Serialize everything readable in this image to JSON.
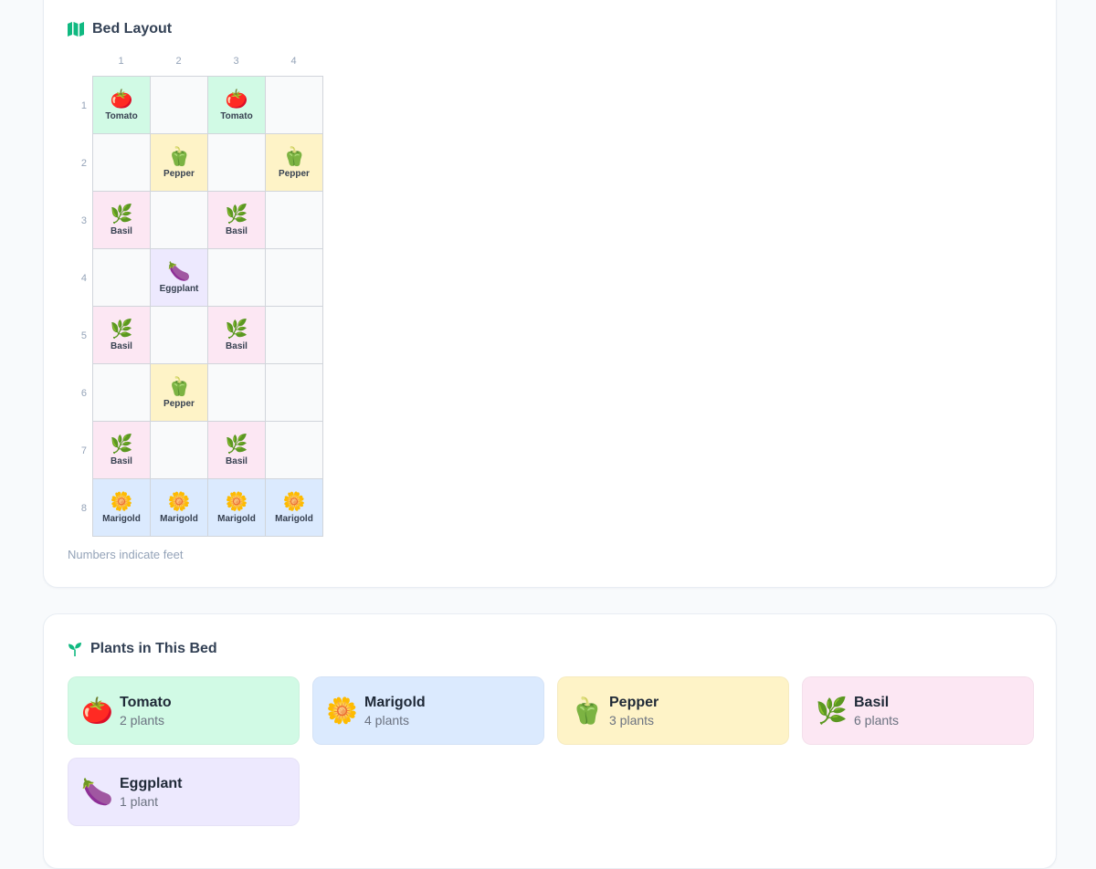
{
  "layout_section": {
    "title": "Bed Layout",
    "columns": [
      "1",
      "2",
      "3",
      "4"
    ],
    "rows": [
      "1",
      "2",
      "3",
      "4",
      "5",
      "6",
      "7",
      "8"
    ],
    "note": "Numbers indicate feet"
  },
  "plant_types": {
    "Tomato": {
      "emoji": "🍅",
      "color": "#d1fae5"
    },
    "Pepper": {
      "emoji": "🫑",
      "color": "#fef3c7"
    },
    "Basil": {
      "emoji": "🌿",
      "color": "#fce7f3"
    },
    "Eggplant": {
      "emoji": "🍆",
      "color": "#ede9fe"
    },
    "Marigold": {
      "emoji": "🌼",
      "color": "#dbeafe"
    }
  },
  "grid": [
    [
      "Tomato",
      "",
      "Tomato",
      ""
    ],
    [
      "",
      "Pepper",
      "",
      "Pepper"
    ],
    [
      "Basil",
      "",
      "Basil",
      ""
    ],
    [
      "",
      "Eggplant",
      "",
      ""
    ],
    [
      "Basil",
      "",
      "Basil",
      ""
    ],
    [
      "",
      "Pepper",
      "",
      ""
    ],
    [
      "Basil",
      "",
      "Basil",
      ""
    ],
    [
      "Marigold",
      "Marigold",
      "Marigold",
      "Marigold"
    ]
  ],
  "plants_section": {
    "title": "Plants in This Bed",
    "items": [
      {
        "name": "Tomato",
        "emoji": "🍅",
        "count": "2 plants",
        "color": "#d1fae5"
      },
      {
        "name": "Marigold",
        "emoji": "🌼",
        "count": "4 plants",
        "color": "#dbeafe"
      },
      {
        "name": "Pepper",
        "emoji": "🫑",
        "count": "3 plants",
        "color": "#fef3c7"
      },
      {
        "name": "Basil",
        "emoji": "🌿",
        "count": "6 plants",
        "color": "#fce7f3"
      },
      {
        "name": "Eggplant",
        "emoji": "🍆",
        "count": "1 plant",
        "color": "#ede9fe"
      }
    ]
  },
  "accent_color": "#10b981",
  "icons": {
    "layout": "map-icon",
    "plants": "seedling-icon"
  }
}
